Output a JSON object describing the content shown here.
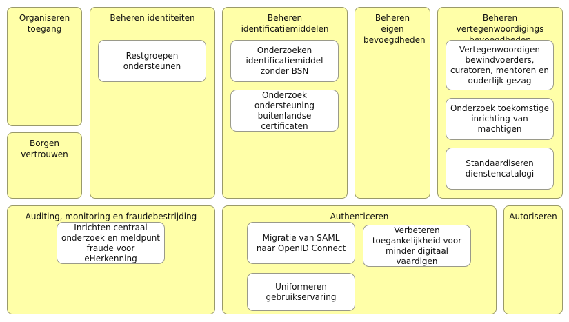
{
  "groups": {
    "organiseren_toegang": "Organiseren toegang",
    "borgen_vertrouwen": "Borgen vertrouwen",
    "beheren_identiteiten": "Beheren identiteiten",
    "beheren_identificatiemiddelen": "Beheren identificatiemiddelen",
    "beheren_eigen_bevoegdheden": "Beheren eigen bevoegdheden",
    "beheren_vertegenwoordigings": "Beheren vertegenwoordigings bevoegdheden",
    "auditing": "Auditing, monitoring en fraudebestrijding",
    "authenticeren": "Authenticeren",
    "autoriseren": "Autoriseren"
  },
  "items": {
    "restgroepen": "Restgroepen ondersteunen",
    "onderzoeken_zonder_bsn": "Onderzoeken identificatiemiddel zonder BSN",
    "buitenlandse_certificaten": "Onderzoek ondersteuning buitenlandse certificaten",
    "vertegenwoordigen": "Vertegenwoordigen bewindvoerders, curatoren, mentoren en ouderlijk gezag",
    "toekomstige_inrichting": "Onderzoek toekomstige inrichting van machtigen",
    "dienstencatalogi": "Standaardiseren dienstencatalogi",
    "meldpunt_fraude": "Inrichten centraal onderzoek en meldpunt fraude voor eHerkenning",
    "saml_oidc": "Migratie van SAML naar OpenID Connect",
    "toegankelijkheid": "Verbeteren toegankelijkheid voor minder digitaal vaardigen",
    "gebruikservaring": "Uniformeren gebruikservaring"
  }
}
